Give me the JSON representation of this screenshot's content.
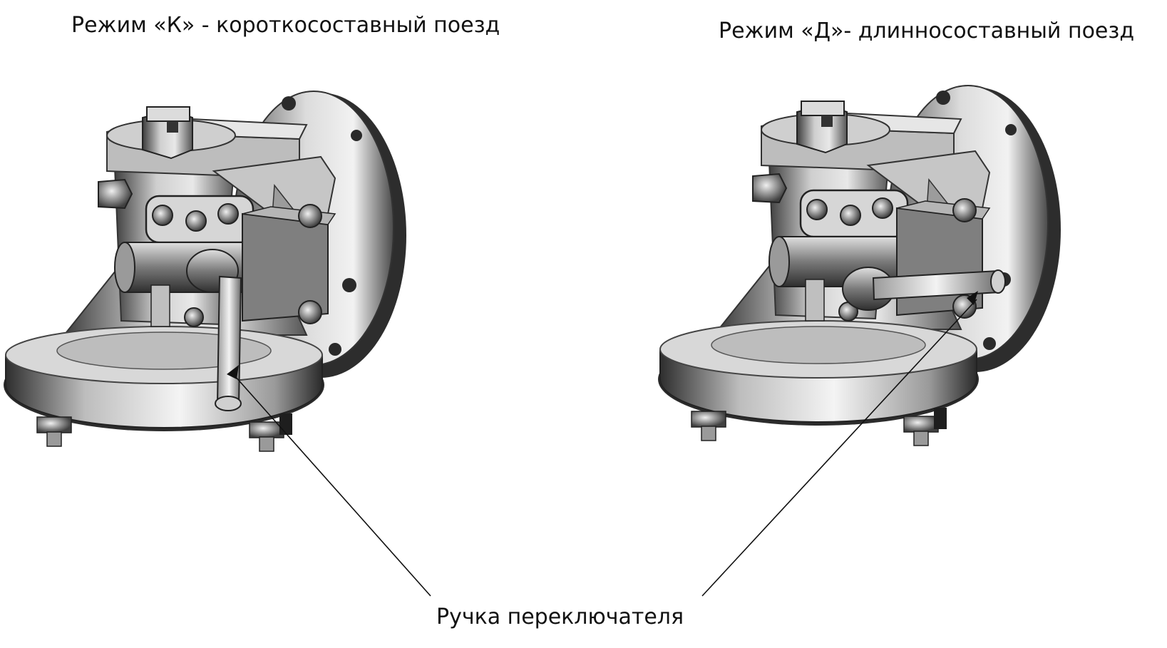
{
  "captions": {
    "mode_k": "Режим «К» - короткосоставный поезд",
    "mode_d": "Режим «Д»- длинносоставный поезд",
    "handle": "Ручка переключателя"
  },
  "colors": {
    "metal_dark": "#3a3a3a",
    "metal_mid": "#8c8c8c",
    "metal_light": "#e6e6e6",
    "line": "#111111"
  }
}
